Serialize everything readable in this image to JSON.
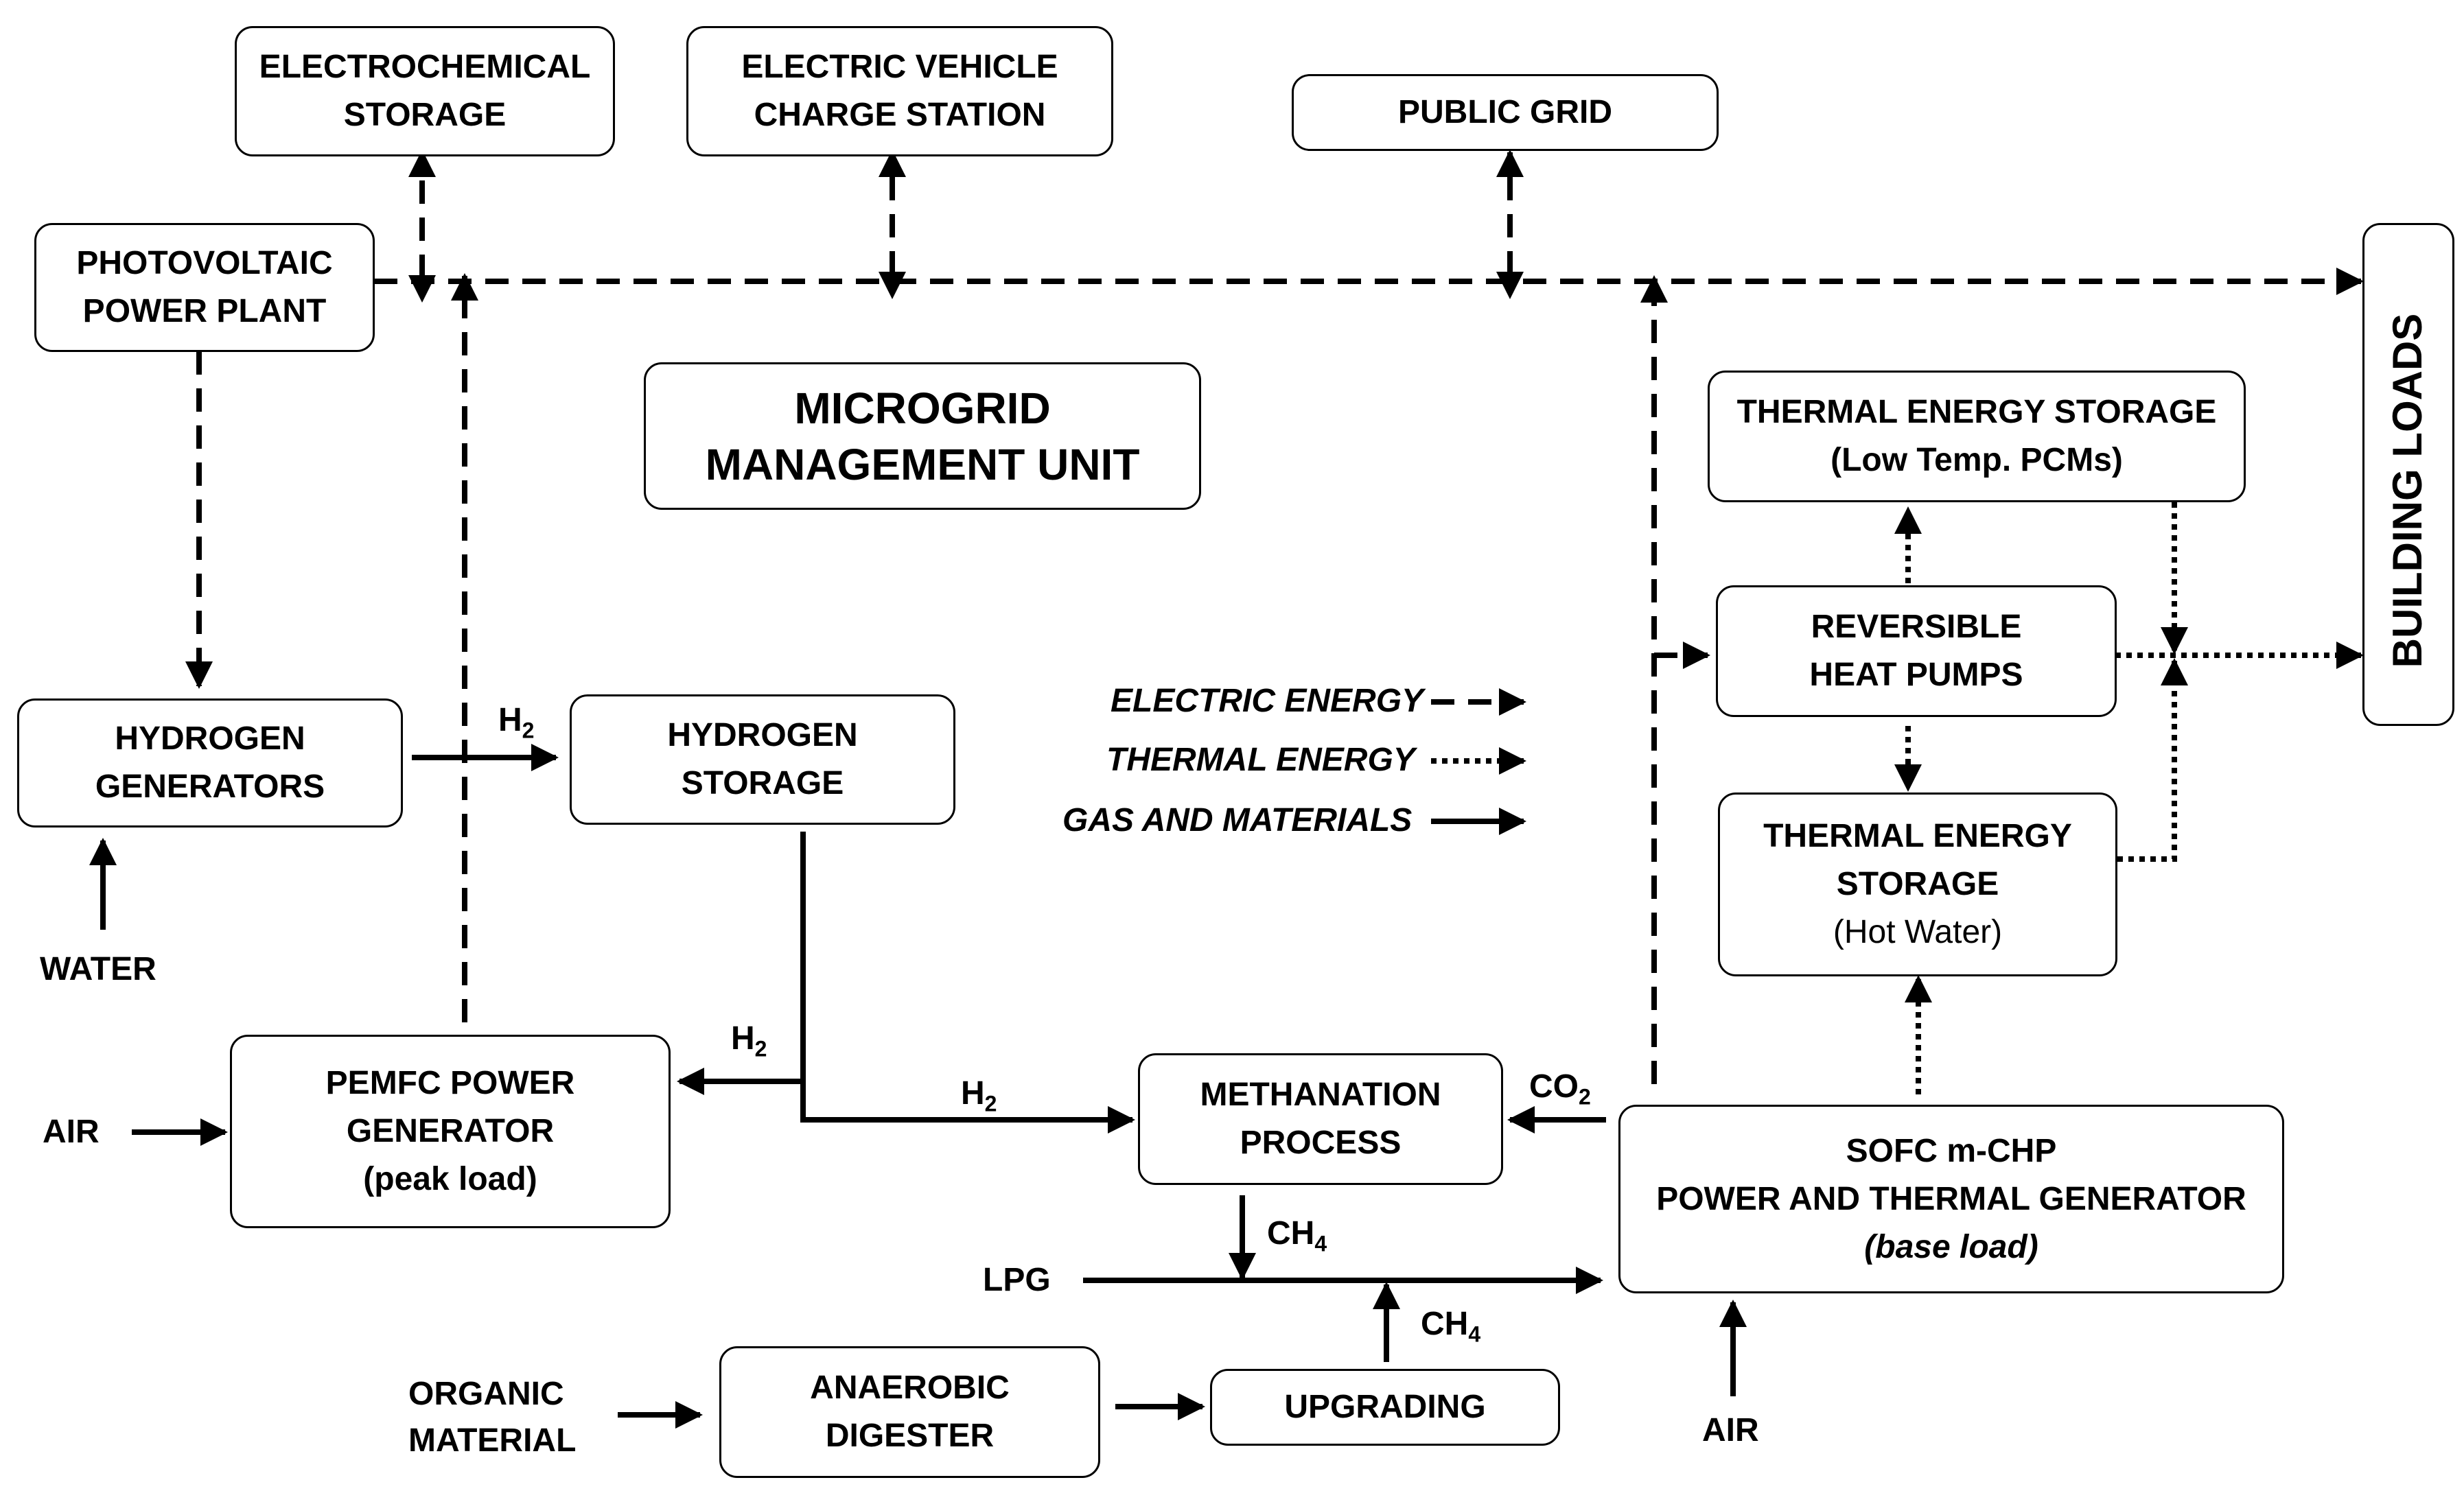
{
  "boxes": {
    "electrochemical_storage": [
      "ELECTROCHEMICAL",
      "STORAGE"
    ],
    "ev_charge_station": [
      "ELECTRIC VEHICLE",
      "CHARGE STATION"
    ],
    "public_grid": [
      "PUBLIC GRID"
    ],
    "pv_plant": [
      "PHOTOVOLTAIC",
      "POWER PLANT"
    ],
    "mmu": [
      "MICROGRID",
      "MANAGEMENT UNIT"
    ],
    "tes_low": [
      "THERMAL ENERGY STORAGE",
      "(Low Temp. PCMs)"
    ],
    "heat_pumps": [
      "REVERSIBLE",
      "HEAT PUMPS"
    ],
    "tes_hot": [
      "THERMAL ENERGY",
      "STORAGE",
      "(Hot Water)"
    ],
    "building_loads": "BUILDING LOADS",
    "h2_generators": [
      "HYDROGEN",
      "GENERATORS"
    ],
    "h2_storage": [
      "HYDROGEN",
      "STORAGE"
    ],
    "pemfc": [
      "PEMFC POWER",
      "GENERATOR",
      "(peak load)"
    ],
    "methanation": [
      "METHANATION",
      "PROCESS"
    ],
    "sofc": [
      "SOFC m-CHP",
      "POWER AND THERMAL GENERATOR",
      "(base load)"
    ],
    "digester": [
      "ANAEROBIC",
      "DIGESTER"
    ],
    "upgrading": [
      "UPGRADING"
    ]
  },
  "labels": {
    "water": "WATER",
    "air_pemfc": "AIR",
    "air_sofc": "AIR",
    "organic_1": "ORGANIC",
    "organic_2": "MATERIAL",
    "lpg": "LPG",
    "h2_a": "H",
    "h2_b": "H",
    "h2_c": "H",
    "co2": "CO",
    "ch4_a": "CH",
    "ch4_b": "CH",
    "sub_2": "2",
    "sub_4": "4"
  },
  "legend": {
    "electric": "ELECTRIC ENERGY",
    "thermal": "THERMAL ENERGY",
    "gas": "GAS AND MATERIALS"
  }
}
